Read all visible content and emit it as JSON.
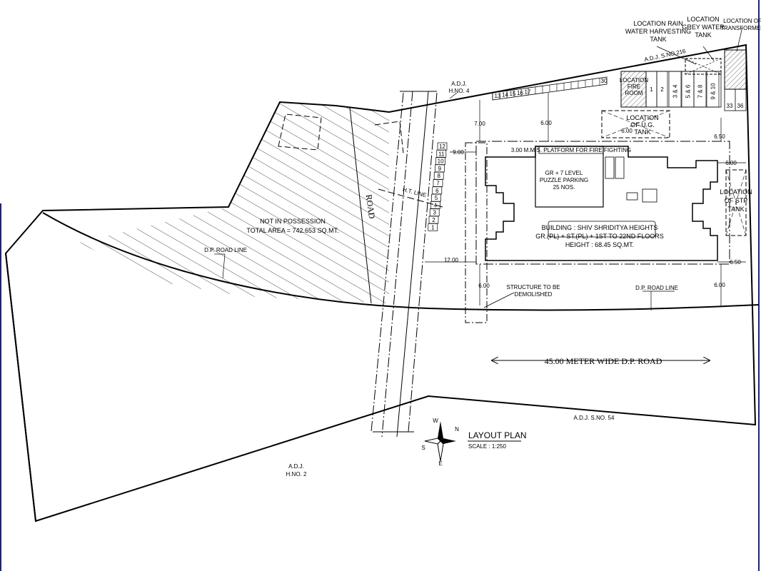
{
  "labels": {
    "rain_tank": [
      "LOCATION RAIN",
      "WATER HARVESTING",
      "TANK"
    ],
    "grey_tank": [
      "LOCATION",
      "GREY WATER",
      "TANK"
    ],
    "transformer": [
      "LOCATION OF",
      "TRANSFORMER"
    ],
    "adj_s216": "A.D.J. S.NO.216",
    "adj_h4": [
      "A.D.J.",
      "H.NO. 4"
    ],
    "fire_room": [
      "LOCATION",
      "FIRE",
      "ROOM"
    ],
    "ug_tank": [
      "LOCATION",
      "OF U.G.",
      "TANK"
    ],
    "stp_tank": [
      "LOCATION",
      "OF STP",
      "TANK"
    ],
    "ms_platform": "3.00 M.M.S. PLATFORM FOR FIRE FIGHTING",
    "puzzle": [
      "GR + 7 LEVEL",
      "PUZZLE PARKING",
      "25 NOS."
    ],
    "building": [
      "BUILDING : SHIV SHRIDITYA HEIGHTS",
      "GR.(PL) + ST.(PL) + 1ST TO 22ND FLOORS",
      "HEIGHT : 68.45 SQ.MT."
    ],
    "not_possession": [
      "NOT IN POSSESSION",
      "TOTAL AREA = 742.653 SQ.MT."
    ],
    "dp_road_line_left": "D.P. ROAD LINE",
    "dp_road_line_right": "D.P. ROAD LINE",
    "road": "ROAD",
    "ht_line": "H.T. LINE",
    "demolish": [
      "STRUCTURE TO BE",
      "DEMOLISHED"
    ],
    "dp_road": "45.00 METER WIDE D.P. ROAD",
    "adj_s54": "A.D.J. S.NO. 54",
    "adj_h2": [
      "A.D.J.",
      "H.NO. 2"
    ],
    "layout_plan": "LAYOUT PLAN",
    "scale": "SCALE : 1:250"
  },
  "dimensions": {
    "d700": "7.00",
    "d600_top": "6.00",
    "d600_ug": "6.00",
    "d650_top": "6.50",
    "d900": "9.00",
    "d600_right": "6.00",
    "d1200": "12.00",
    "d650_bottom": "6.50",
    "d600_bl": "6.00",
    "d600_br": "6.00",
    "d30": "30"
  },
  "parking_top": [
    "13",
    "14",
    "15",
    "16",
    "17"
  ],
  "parking_left": [
    "12",
    "11",
    "10",
    "9",
    "8",
    "7",
    "6",
    "5",
    "4",
    "3",
    "2",
    "1"
  ],
  "parking_right": [
    "1",
    "2",
    "3 & 4",
    "5 & 6",
    "7 & 8",
    "9 & 10"
  ],
  "parking_small": [
    "33",
    "36"
  ],
  "compass": {
    "n": "N",
    "s": "S",
    "e": "E",
    "w": "W"
  }
}
